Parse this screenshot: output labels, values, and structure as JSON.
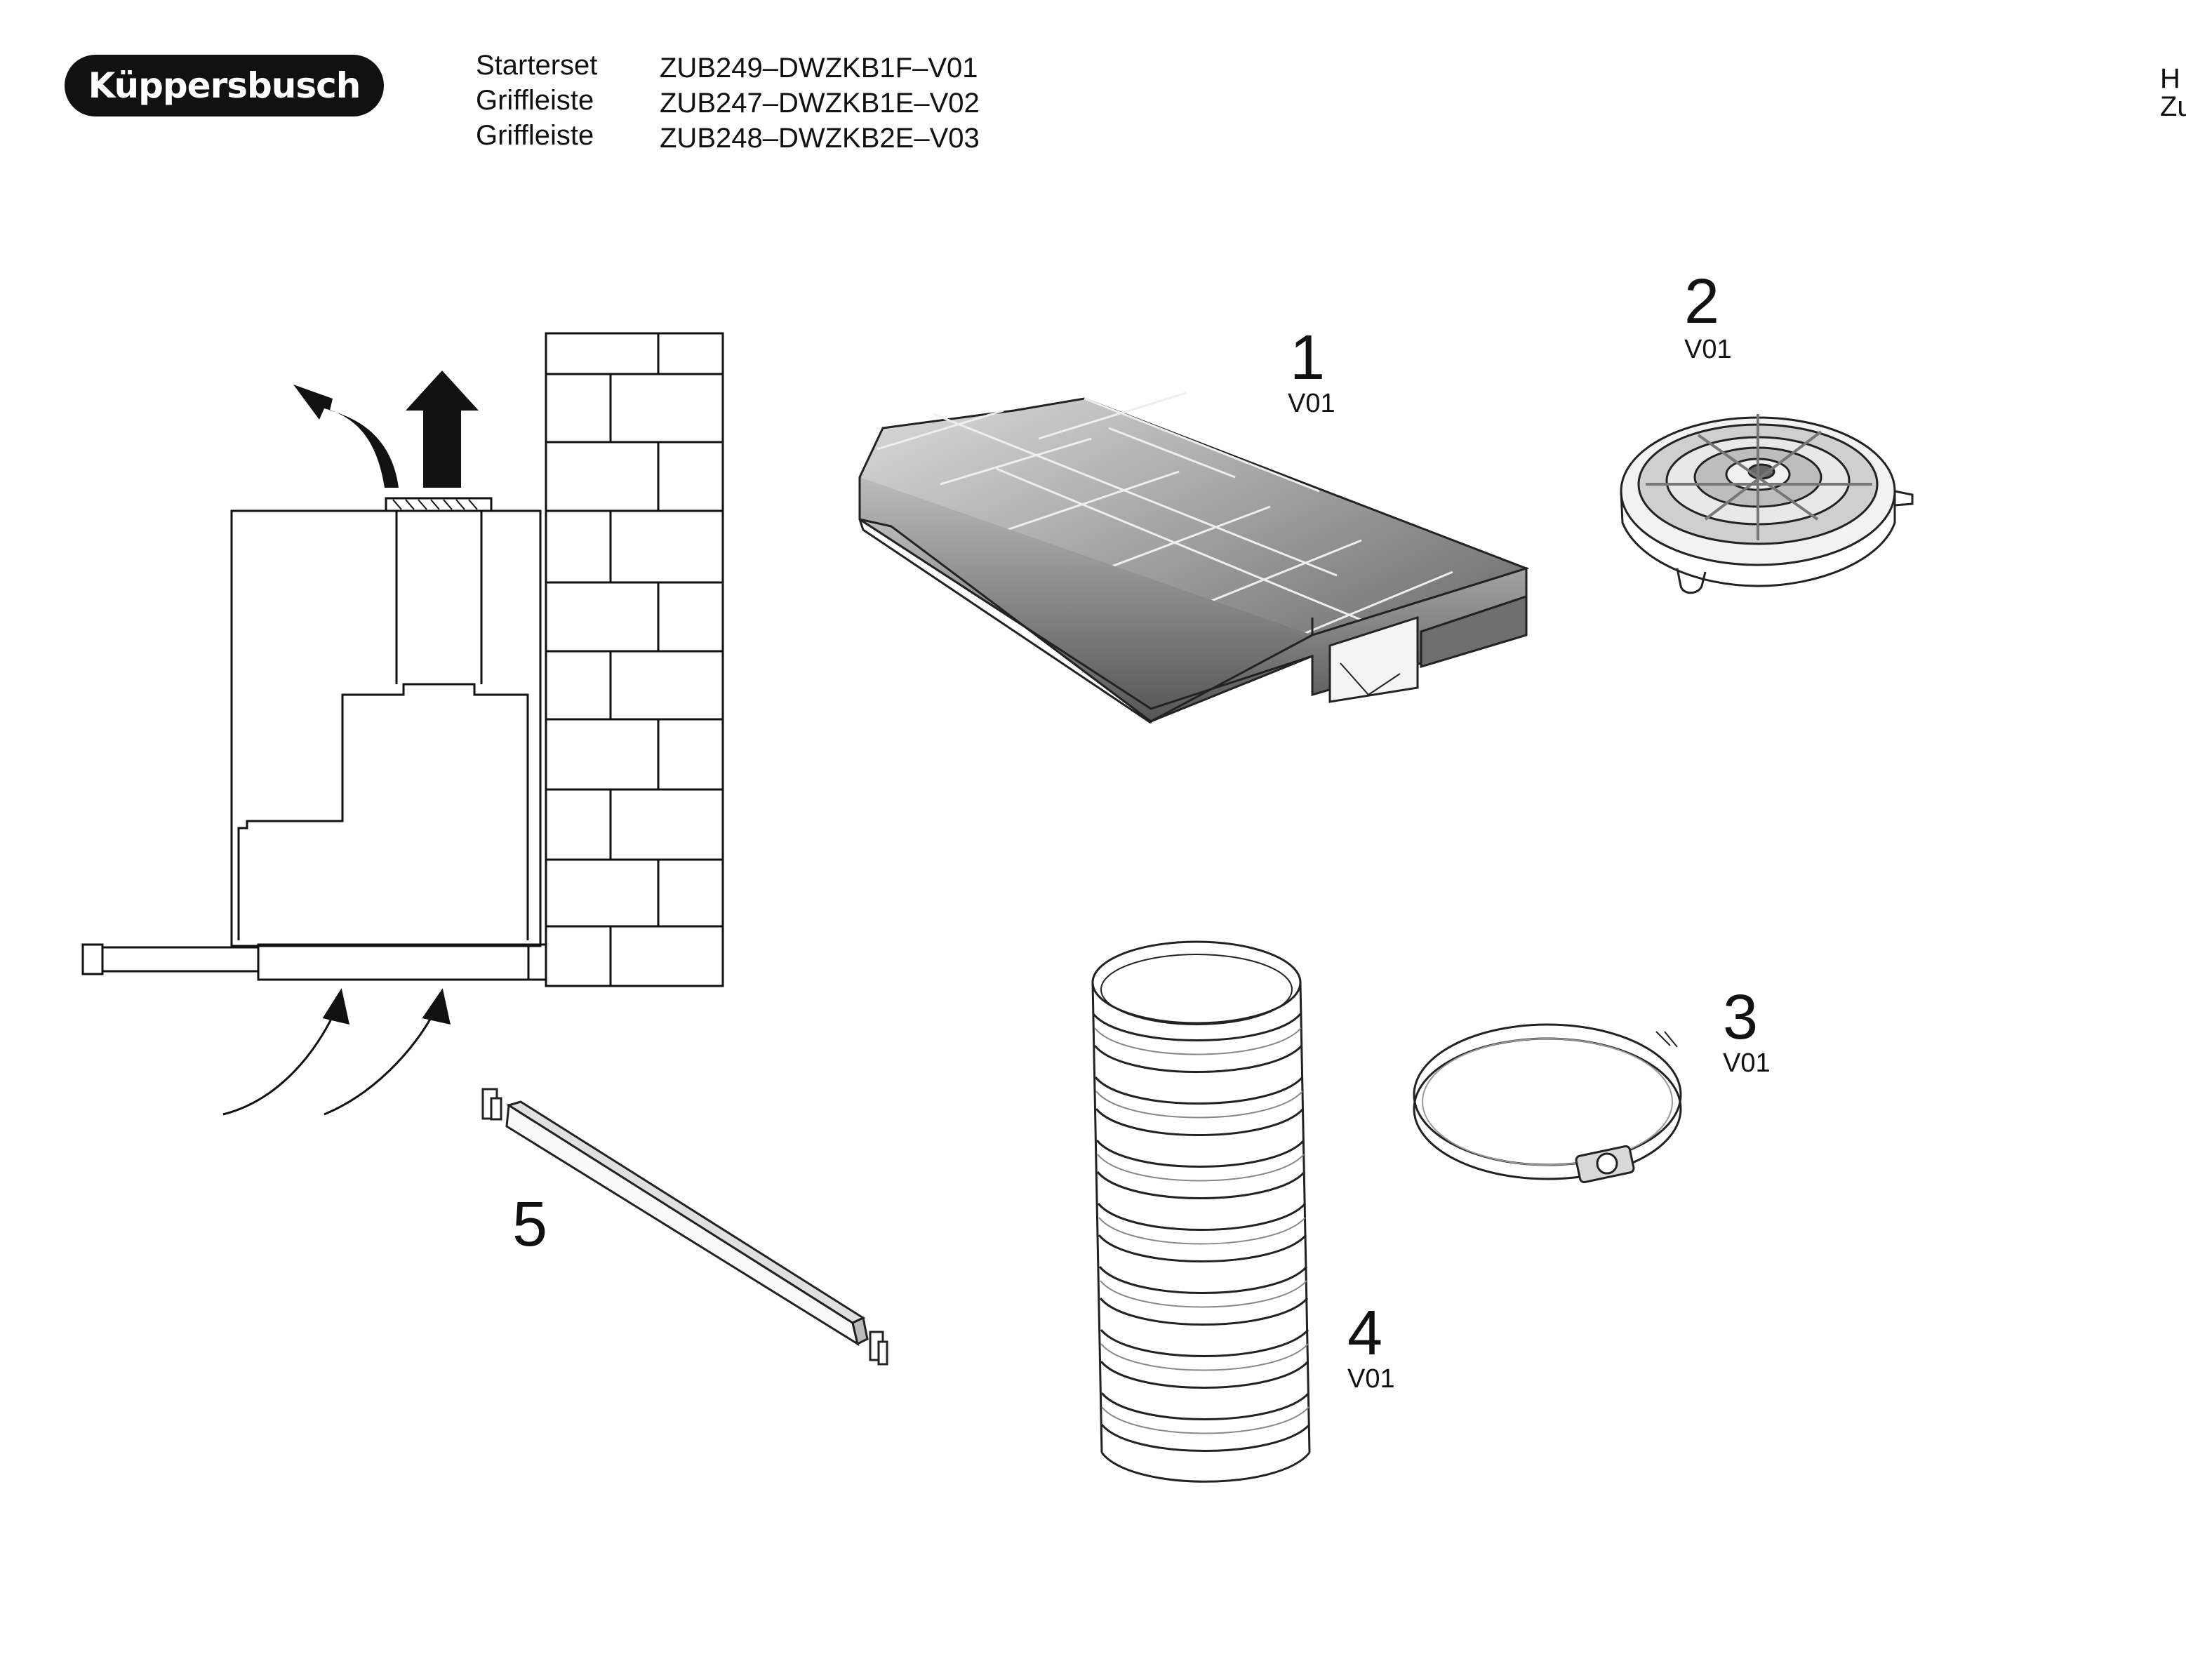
{
  "brand": {
    "logo_text": "Küppersbusch"
  },
  "header": {
    "rows": [
      {
        "type": "Starterset",
        "code": "ZUB249–DWZKB1F–V01"
      },
      {
        "type": "Griffleiste",
        "code": "ZUB247–DWZKB1E–V02"
      },
      {
        "type": "Griffleiste",
        "code": "ZUB248–DWZKB2E–V03"
      }
    ],
    "edge_text": [
      "H",
      "Zu"
    ]
  },
  "parts": [
    {
      "number": "1",
      "version": "V01",
      "icon": "charcoal-filter-block"
    },
    {
      "number": "2",
      "version": "V01",
      "icon": "round-charcoal-filter"
    },
    {
      "number": "3",
      "version": "V01",
      "icon": "hose-clamp"
    },
    {
      "number": "4",
      "version": "V01",
      "icon": "flexible-duct-hose"
    },
    {
      "number": "5",
      "version": "",
      "icon": "handle-strip"
    }
  ],
  "colors": {
    "ink": "#111111",
    "shade": "#8a8a8a",
    "paper": "#ffffff"
  }
}
